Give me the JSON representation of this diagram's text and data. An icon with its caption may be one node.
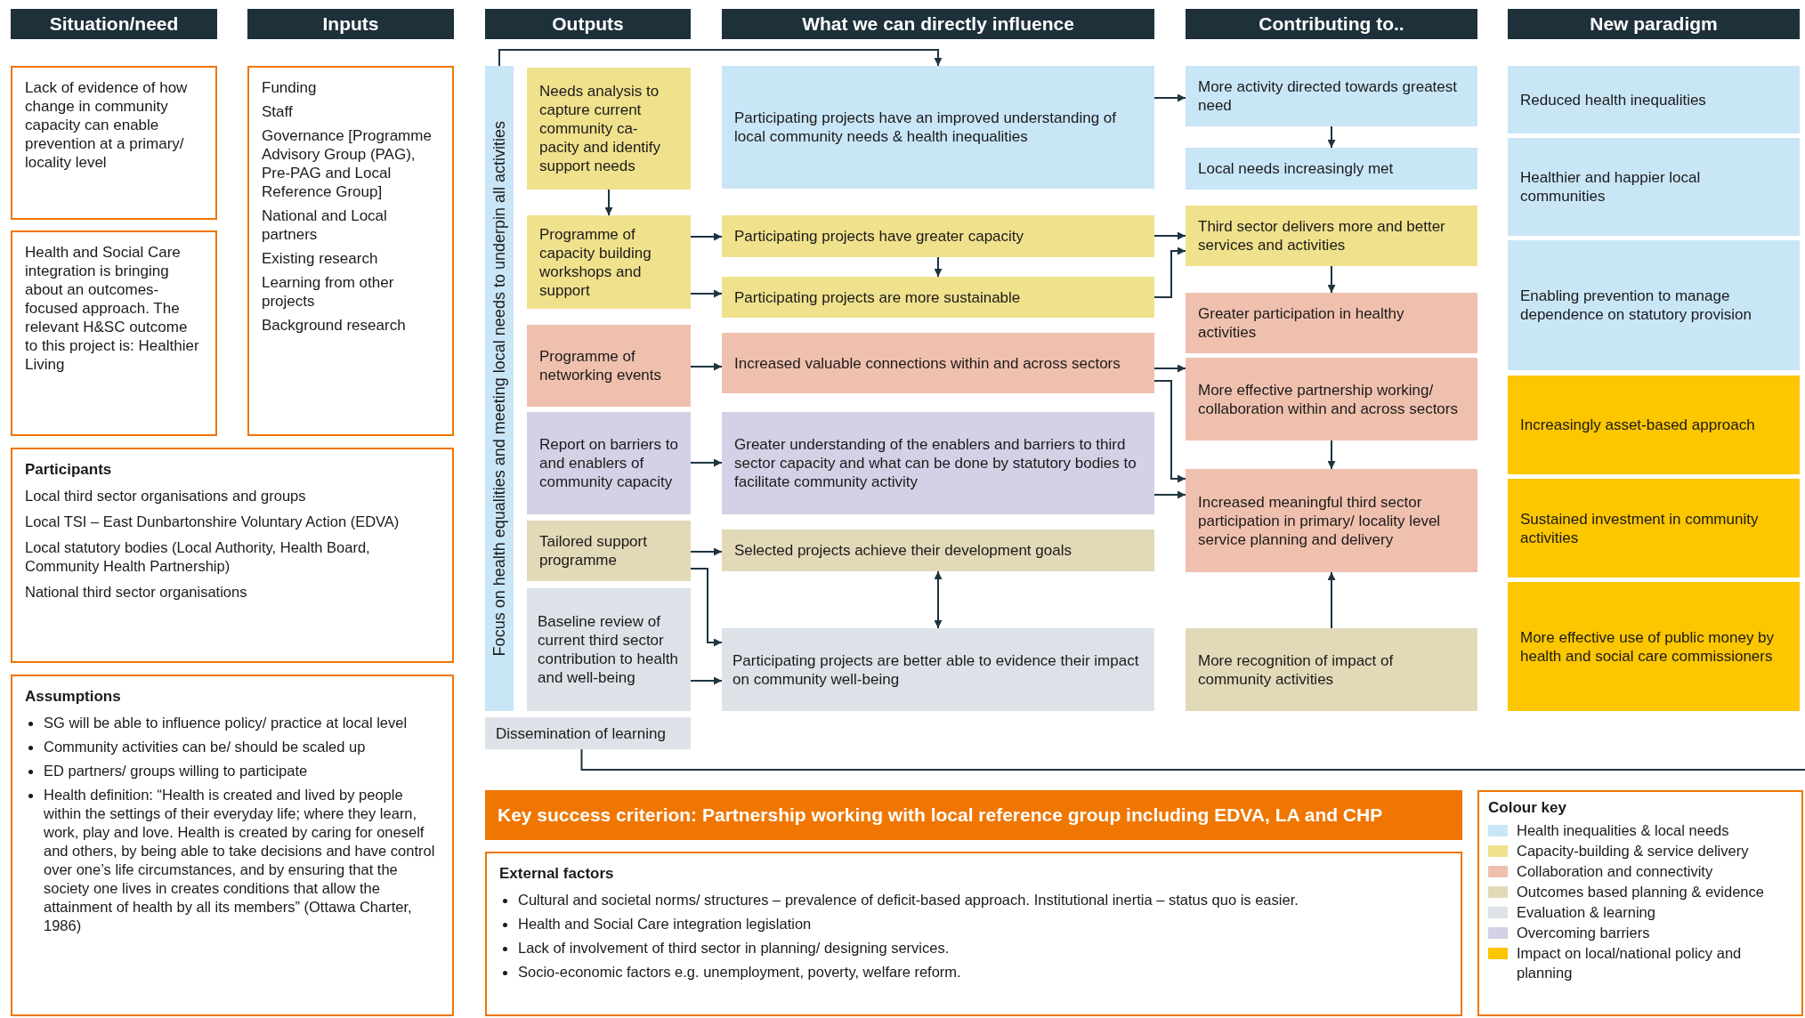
{
  "diagram": {
    "nodes": [
      {
        "text": [
          "Situation/need"
        ]
      },
      {
        "text": [
          "Inputs"
        ]
      },
      {
        "text": [
          "Outputs"
        ]
      },
      {
        "text": [
          "What we can directly influence"
        ]
      },
      {
        "text": [
          "Contributing to.."
        ]
      },
      {
        "text": [
          "New paradigm"
        ]
      },
      {
        "text": [
          "Lack of evidence of how change in community capacity can enable prevention at a primary/ locality level"
        ]
      },
      {
        "text": [
          "Health and Social Care integration is bringing about an outcomes-focused approach.  The relevant H&SC outcome to this project is: Healthier Living"
        ]
      },
      {
        "text": [
          "Funding",
          "Staff",
          "Governance [Programme Advisory Group (PAG), Pre-PAG and Local Reference Group]",
          "National and Local partners",
          "Existing research",
          "Learning from other projects",
          "Background research"
        ]
      },
      {
        "text": [
          "Participants",
          "Local third sector organisations and groups",
          "Local TSI – East Dunbartonshire Voluntary Action (EDVA)",
          "Local statutory bodies (Local Authority, Health Board, Community Health Partnership)",
          "National third sector organisations"
        ]
      },
      {
        "text": [
          "Assumptions",
          "SG will be able to influence policy/ practice at local level",
          "Community activities can be/ should be scaled up",
          "ED partners/ groups willing to participate",
          "Health definition: “Health is created and lived by people within the settings of their everyday life; where they learn, work, play and love. Health is created by caring for oneself and others, by being able to take decisions and have control over one’s life circumstances, and by ensuring that the society one lives in creates conditions that allow the attainment of health by all its members” (Ottawa Charter, 1986)"
        ]
      },
      {
        "text": [
          "Focus on health equalities and meeting local needs to underpin all activities"
        ]
      },
      {
        "text": [
          "Needs analysis to capture current community ca- pacity and identify support needs"
        ]
      },
      {
        "text": [
          "Programme of capacity building workshops and support"
        ]
      },
      {
        "text": [
          "Programme of networking events"
        ]
      },
      {
        "text": [
          "Report on barriers to and enablers of community capacity"
        ]
      },
      {
        "text": [
          "Tailored support programme"
        ]
      },
      {
        "text": [
          "Baseline review of current third sector contribution to health and well-being"
        ]
      },
      {
        "text": [
          "Dissemination of learning"
        ]
      },
      {
        "text": [
          "Participating projects have an improved understanding of local community needs & health inequalities"
        ]
      },
      {
        "text": [
          "Participating projects have greater capacity"
        ]
      },
      {
        "text": [
          "Participating projects are more sustainable"
        ]
      },
      {
        "text": [
          "Increased valuable connections within and across sectors"
        ]
      },
      {
        "text": [
          "Greater understanding of the enablers and barriers to third sector capacity and what can be done by statutory bodies to facilitate community activity"
        ]
      },
      {
        "text": [
          "Selected projects achieve their development goals"
        ]
      },
      {
        "text": [
          "Participating projects are better able to evidence their impact on community well-being"
        ]
      },
      {
        "text": [
          "More activity directed towards greatest need"
        ]
      },
      {
        "text": [
          "Local needs increasingly met"
        ]
      },
      {
        "text": [
          "Third sector delivers more and better services and activities"
        ]
      },
      {
        "text": [
          "Greater participation in healthy activities"
        ]
      },
      {
        "text": [
          "More effective partnership working/ collaboration within and across sectors"
        ]
      },
      {
        "text": [
          "Increased meaningful third sector participation in primary/ locality level service planning and delivery"
        ]
      },
      {
        "text": [
          "More recognition of impact of community activities"
        ]
      },
      {
        "text": [
          "Reduced health inequalities"
        ]
      },
      {
        "text": [
          "Healthier and happier local communities"
        ]
      },
      {
        "text": [
          "Enabling prevention to manage dependence on statutory provision"
        ]
      },
      {
        "text": [
          "Increasingly asset-based approach"
        ]
      },
      {
        "text": [
          "Sustained investment in community activities"
        ]
      },
      {
        "text": [
          "More effective use of public money by health and social care commissioners"
        ]
      },
      {
        "text": [
          "Key success criterion: Partnership working with local reference group including EDVA, LA and CHP"
        ]
      },
      {
        "text": [
          "External factors",
          "Cultural and societal norms/ structures – prevalence of deficit-based approach.  Institutional inertia – status quo is easier.",
          "Health and Social Care integration legislation",
          "Lack of involvement of third sector in planning/ designing services.",
          "Socio-economic factors e.g. unemployment, poverty, welfare reform."
        ]
      }
    ],
    "edges": [
      {
        "from": 11,
        "to": 19,
        "arrow": "to"
      },
      {
        "from": 12,
        "to": 13,
        "arrow": "to"
      },
      {
        "from": 13,
        "to": 20,
        "arrow": "to"
      },
      {
        "from": 13,
        "to": 21,
        "arrow": "to"
      },
      {
        "from": 20,
        "to": 21,
        "arrow": "to"
      },
      {
        "from": 14,
        "to": 22,
        "arrow": "to"
      },
      {
        "from": 15,
        "to": 23,
        "arrow": "to"
      },
      {
        "from": 16,
        "to": 24,
        "arrow": "to"
      },
      {
        "from": 16,
        "to": 25,
        "arrow": "to"
      },
      {
        "from": 17,
        "to": 25,
        "arrow": "to"
      },
      {
        "from": 24,
        "to": 25,
        "arrow": "both"
      },
      {
        "from": 19,
        "to": 26,
        "arrow": "to"
      },
      {
        "from": 26,
        "to": 27,
        "arrow": "to"
      },
      {
        "from": 20,
        "to": 28,
        "arrow": "to"
      },
      {
        "from": 21,
        "to": 28,
        "arrow": "to"
      },
      {
        "from": 28,
        "to": 29,
        "arrow": "to"
      },
      {
        "from": 22,
        "to": 30,
        "arrow": "to"
      },
      {
        "from": 22,
        "to": 31,
        "arrow": "to"
      },
      {
        "from": 23,
        "to": 31,
        "arrow": "to"
      },
      {
        "from": 30,
        "to": 31,
        "arrow": "to"
      },
      {
        "from": 32,
        "to": 31,
        "arrow": "to"
      },
      {
        "from": 18,
        "to": null,
        "arrow": "none"
      }
    ],
    "labels": [
      "Colour key"
    ],
    "legend": [
      {
        "text": "Health inequalities & local needs",
        "color": "#c9e6f7"
      },
      {
        "text": "Capacity-building & service delivery",
        "color": "#f0e18c"
      },
      {
        "text": "Collaboration and connectivity",
        "color": "#f0c0ae"
      },
      {
        "text": "Outcomes based planning & evidence",
        "color": "#e2d9b8"
      },
      {
        "text": "Evaluation & learning",
        "color": "#dde2e8"
      },
      {
        "text": "Overcoming barriers",
        "color": "#d4d0e6"
      },
      {
        "text": "Impact on local/national policy and planning",
        "color": "#fcc600"
      }
    ]
  }
}
